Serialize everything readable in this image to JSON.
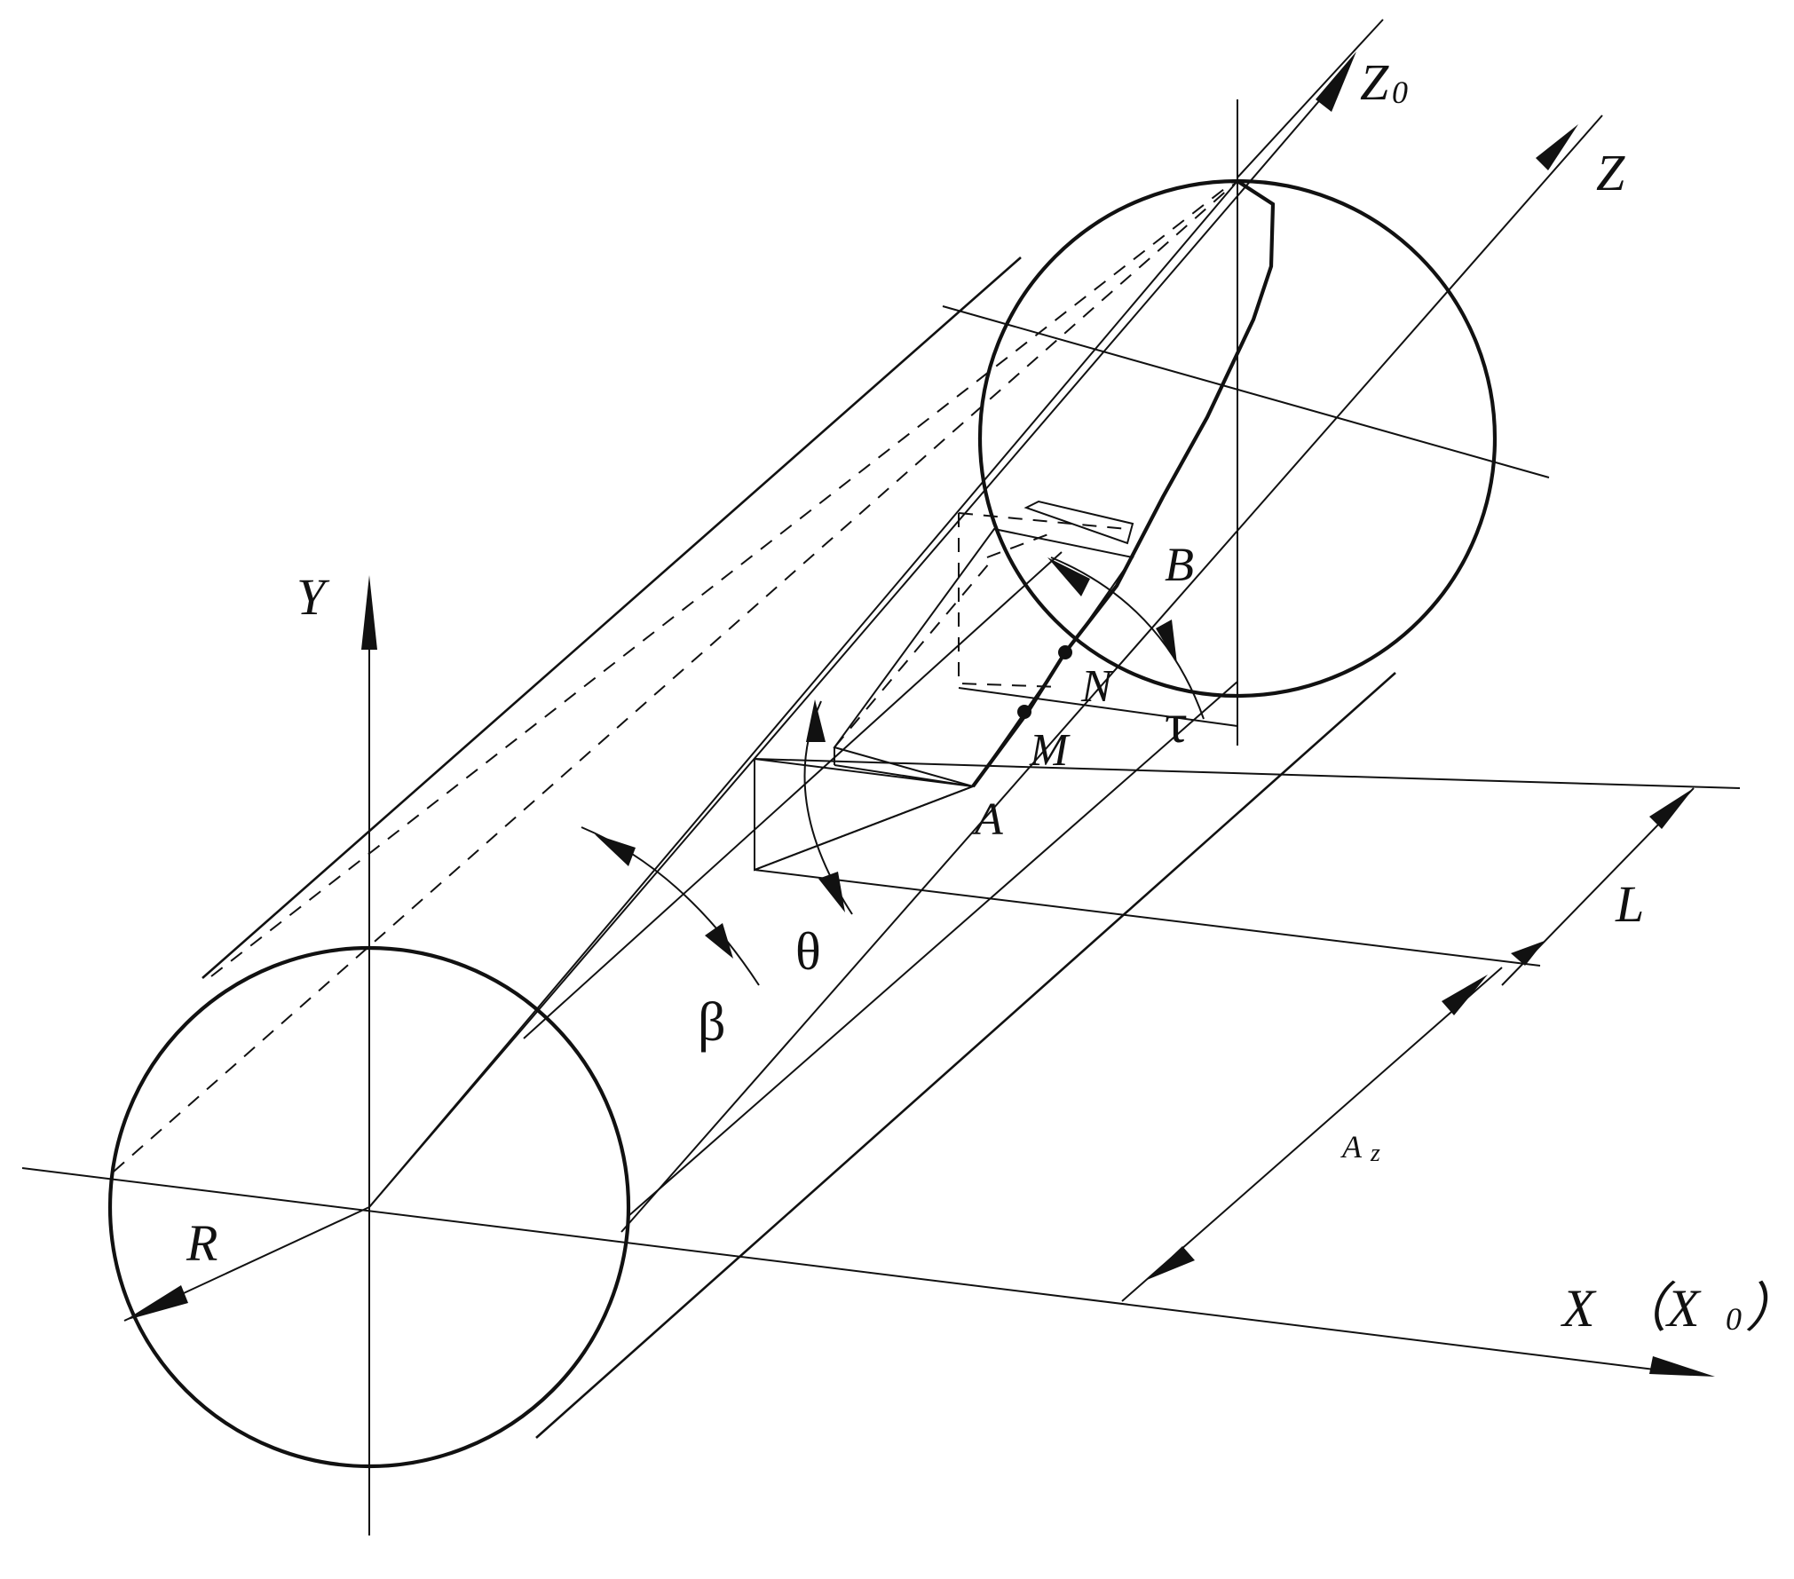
{
  "labels": {
    "z0": "Z",
    "z0_sub": "0",
    "z": "Z",
    "y": "Y",
    "x": "X",
    "x0_paren": "（X",
    "x0_sub": "0",
    "x0_close": "）",
    "b": "B",
    "n": "N",
    "m": "M",
    "a": "A",
    "tau": "τ",
    "theta": "θ",
    "beta": "β",
    "l": "L",
    "az": "A",
    "az_sub": "z",
    "r": "R"
  },
  "colors": {
    "line": "#111111",
    "background": "#ffffff"
  }
}
